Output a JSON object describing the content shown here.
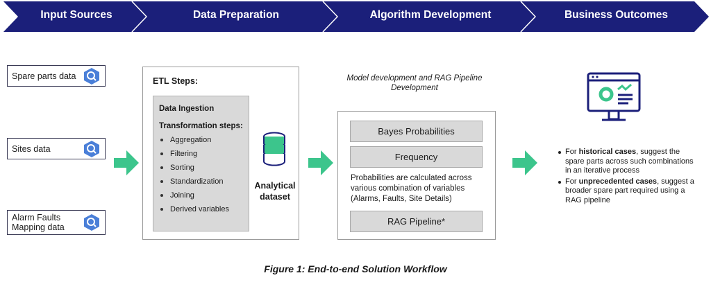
{
  "header": {
    "stages": [
      {
        "label": "Input Sources"
      },
      {
        "label": "Data Preparation"
      },
      {
        "label": "Algorithm Development"
      },
      {
        "label": "Business Outcomes"
      }
    ],
    "color": "#1b1f7a"
  },
  "inputs": {
    "items": [
      {
        "label": "Spare parts data",
        "icon": "search-hex-icon"
      },
      {
        "label": "Sites data",
        "icon": "search-hex-icon"
      },
      {
        "label": "Alarm Faults Mapping data",
        "icon": "search-hex-icon"
      }
    ]
  },
  "etl": {
    "title": "ETL Steps:",
    "ingestion": "Data Ingestion",
    "transform_title": "Transformation steps:",
    "steps": [
      "Aggregation",
      "Filtering",
      "Sorting",
      "Standardization",
      "Joining",
      "Derived variables"
    ]
  },
  "dataset": {
    "label": "Analytical dataset",
    "icon": "database-icon"
  },
  "algorithm": {
    "caption": "Model development and RAG Pipeline Development",
    "methods": [
      "Bayes Probabilities",
      "Frequency"
    ],
    "description": "Probabilities are calculated across various combination of variables (Alarms, Faults, Site Details)",
    "rag": "RAG Pipeline*"
  },
  "outcomes": {
    "icon": "monitor-dashboard-icon",
    "items": [
      {
        "pre": "For ",
        "bold": "historical cases",
        "post": ", suggest the spare parts across such combinations in an iterative process"
      },
      {
        "pre": "For ",
        "bold": "unprecedented cases",
        "post": ", suggest a broader spare part required using a RAG pipeline"
      }
    ]
  },
  "caption": "Figure 1: End-to-end Solution Workflow",
  "colors": {
    "navy": "#1b1f7a",
    "green": "#3cc58c",
    "panel_gray": "#d9d9d9",
    "hex_blue": "#4a7fd8"
  }
}
